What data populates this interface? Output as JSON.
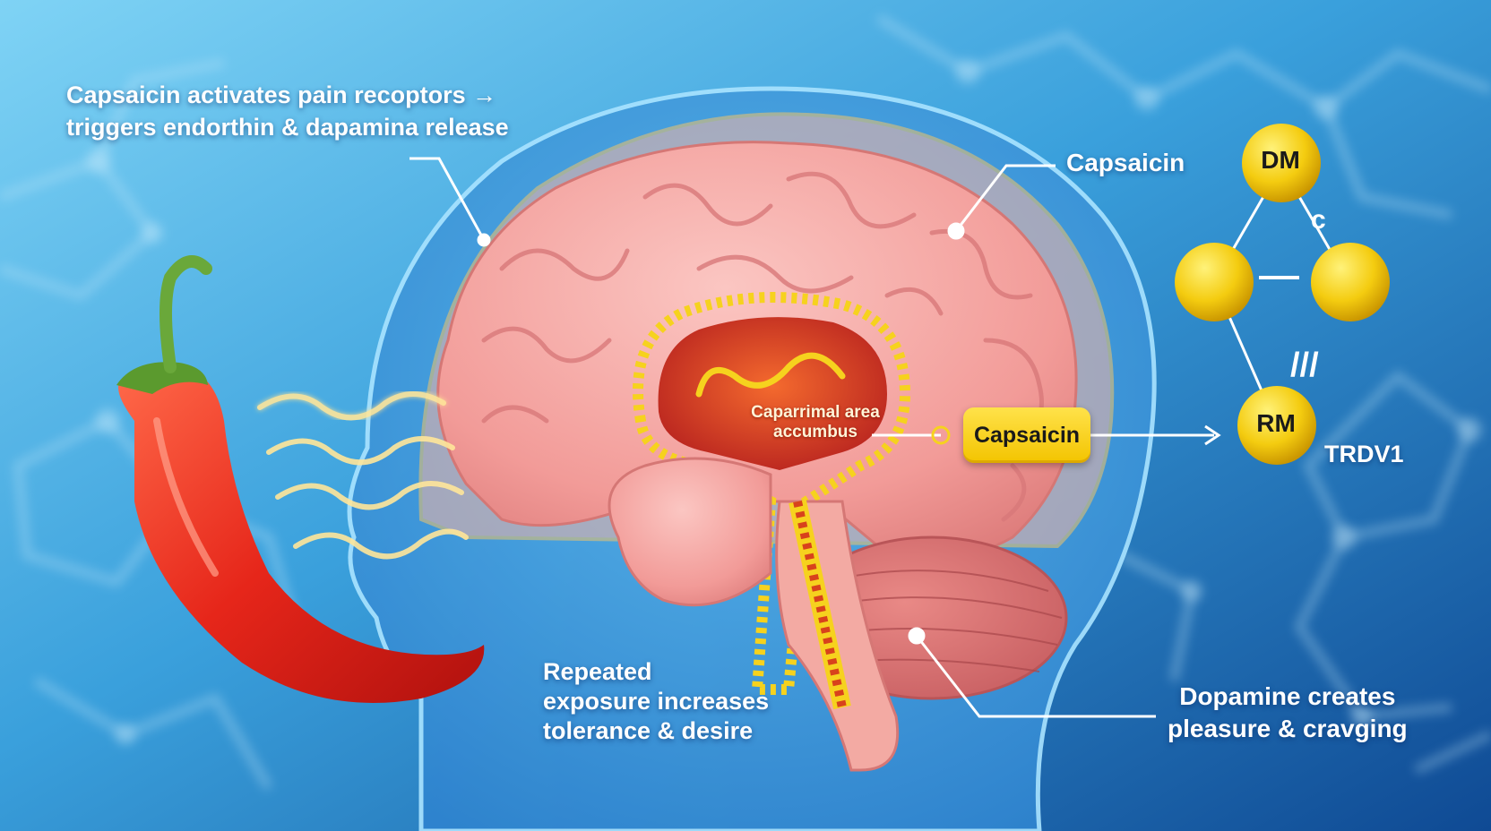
{
  "labels": {
    "top_line1": "Capsaicin activates pain recoptors →",
    "top_line2": "triggers endorthin & dapamina release",
    "capsaicin_right": "Capsaicin",
    "capsaicin_pill": "Capsaicin",
    "brain_region_line1": "Caparrimal area",
    "brain_region_line2": "accumbus",
    "repeated_line1": "Repeated",
    "repeated_line2": "exposure increases",
    "repeated_line3": "tolerance & desire",
    "dopamine_line1": "Dopamine creates",
    "dopamine_line2": "pleasure & cravging",
    "receptor": "TRDV1"
  },
  "molecule": {
    "top_atom": "DM",
    "bottom_atom": "RM",
    "bond_top": "c",
    "bond_mid": "–",
    "bond_lower": "///"
  },
  "colors": {
    "background_light": "#5fc4ee",
    "background_dark": "#14559c",
    "brain": "#f2a0a0",
    "pepper": "#e02a1c",
    "stem": "#6aa83a",
    "highlight": "#f6d21e"
  }
}
